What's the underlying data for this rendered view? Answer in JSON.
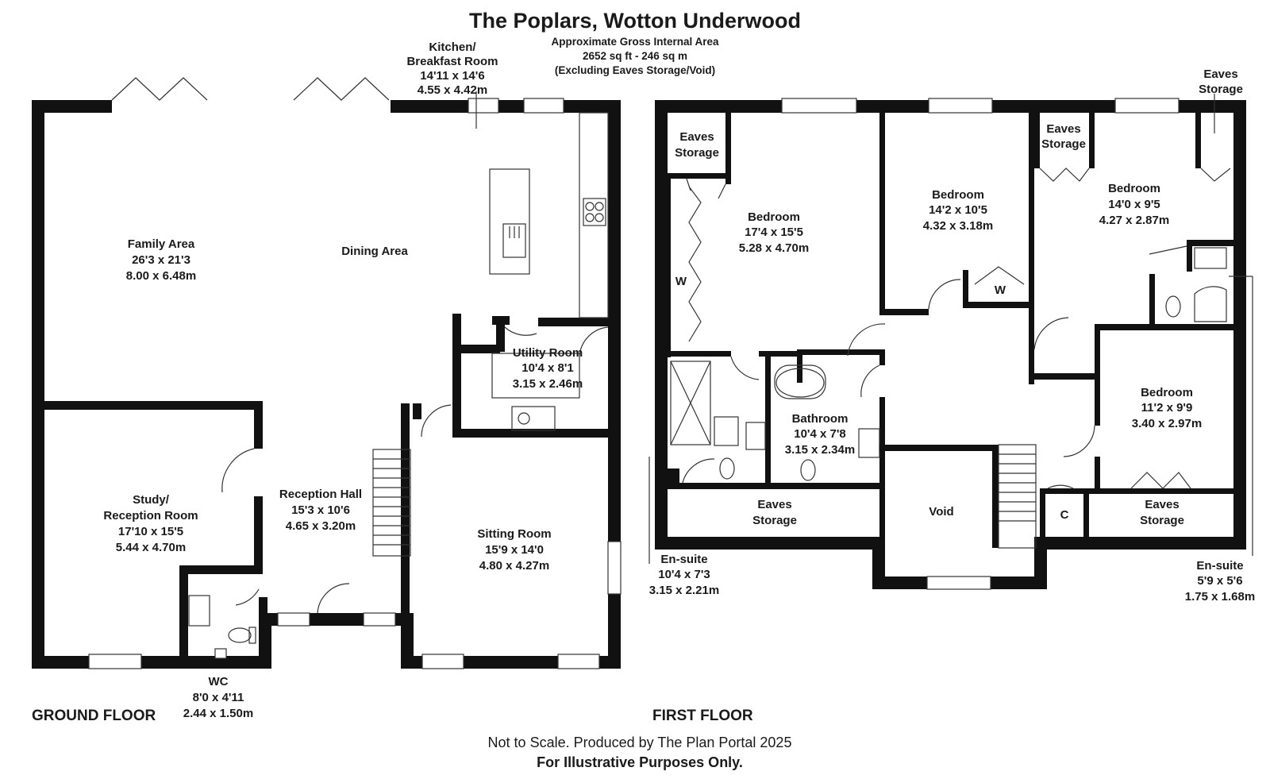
{
  "header": {
    "title": "The Poplars, Wotton Underwood",
    "area_line1": "Approximate Gross Internal Area",
    "area_line2": "2652 sq ft - 246 sq m",
    "area_line3": "(Excluding Eaves Storage/Void)"
  },
  "floors": {
    "ground": "GROUND FLOOR",
    "first": "FIRST FLOOR"
  },
  "footer": {
    "line1": "Not to Scale. Produced by The Plan Portal 2025",
    "line2": "For Illustrative Purposes Only."
  },
  "rooms": {
    "kitchen": {
      "name1": "Kitchen/",
      "name2": "Breakfast Room",
      "imperial": "14'11 x 14'6",
      "metric": "4.55 x 4.42m"
    },
    "family": {
      "name": "Family Area",
      "imperial": "26'3 x 21'3",
      "metric": "8.00 x 6.48m"
    },
    "dining": {
      "name": "Dining Area"
    },
    "utility": {
      "name": "Utility Room",
      "imperial": "10'4 x 8'1",
      "metric": "3.15 x 2.46m"
    },
    "study": {
      "name1": "Study/",
      "name2": "Reception Room",
      "imperial": "17'10 x 15'5",
      "metric": "5.44 x 4.70m"
    },
    "reception": {
      "name": "Reception Hall",
      "imperial": "15'3 x 10'6",
      "metric": "4.65 x 3.20m"
    },
    "sitting": {
      "name": "Sitting Room",
      "imperial": "15'9 x 14'0",
      "metric": "4.80 x 4.27m"
    },
    "wc": {
      "name": "WC",
      "imperial": "8'0 x 4'11",
      "metric": "2.44 x 1.50m"
    },
    "bed1": {
      "name": "Bedroom",
      "imperial": "17'4 x 15'5",
      "metric": "5.28 x 4.70m"
    },
    "bed2": {
      "name": "Bedroom",
      "imperial": "14'2 x 10'5",
      "metric": "4.32 x 3.18m"
    },
    "bed3": {
      "name": "Bedroom",
      "imperial": "14'0 x 9'5",
      "metric": "4.27 x 2.87m"
    },
    "bed4": {
      "name": "Bedroom",
      "imperial": "11'2 x 9'9",
      "metric": "3.40 x 2.97m"
    },
    "bathroom": {
      "name": "Bathroom",
      "imperial": "10'4 x 7'8",
      "metric": "3.15 x 2.34m"
    },
    "ensuite1": {
      "name": "En-suite",
      "imperial": "10'4 x 7'3",
      "metric": "3.15 x 2.21m"
    },
    "ensuite2": {
      "name": "En-suite",
      "imperial": "5'9 x 5'6",
      "metric": "1.75 x 1.68m"
    },
    "void": {
      "name": "Void"
    },
    "eaves_top_left": {
      "name1": "Eaves",
      "name2": "Storage"
    },
    "eaves_top_mid": {
      "name1": "Eaves",
      "name2": "Storage"
    },
    "eaves_top_right": {
      "name1": "Eaves",
      "name2": "Storage"
    },
    "eaves_bottom_left": {
      "name1": "Eaves",
      "name2": "Storage"
    },
    "eaves_bottom_right": {
      "name1": "Eaves",
      "name2": "Storage"
    },
    "wardrobe1": {
      "name": "W"
    },
    "wardrobe2": {
      "name": "W"
    },
    "cupboard": {
      "name": "C"
    }
  }
}
